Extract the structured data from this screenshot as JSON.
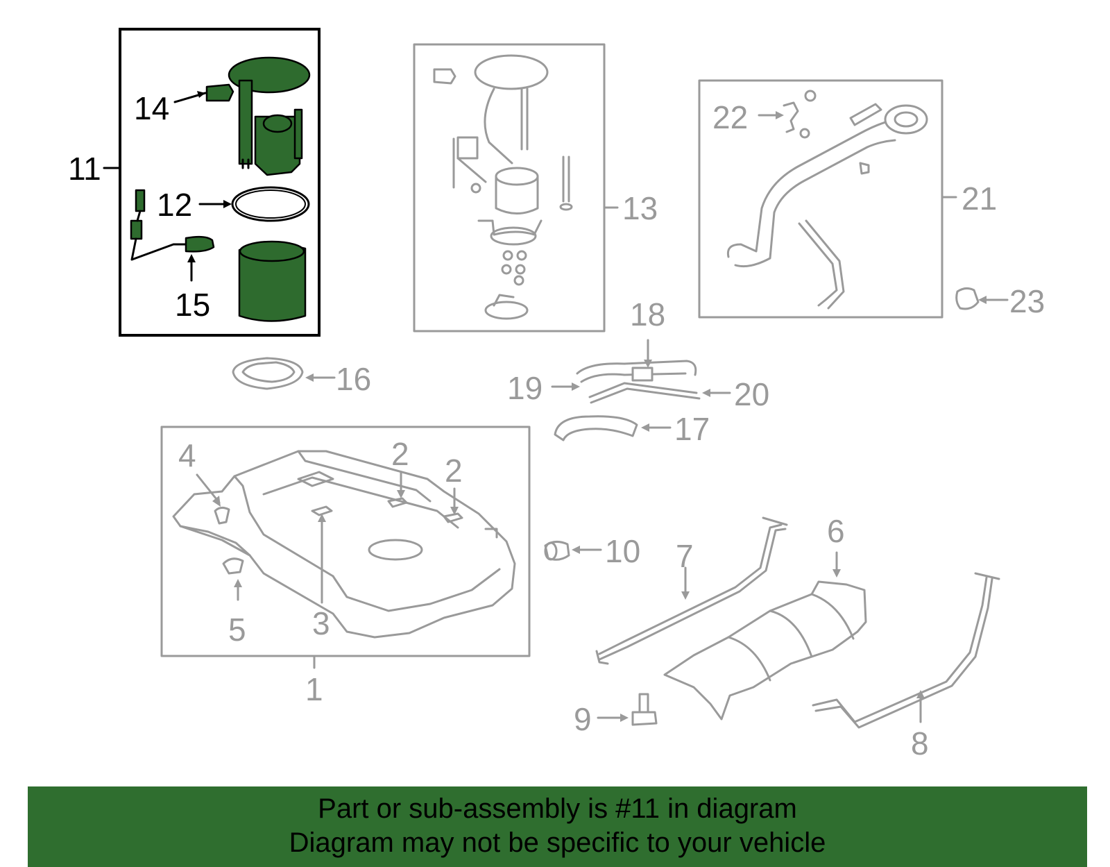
{
  "diagram": {
    "labels": {
      "l1": "1",
      "l2a": "2",
      "l2b": "2",
      "l3": "3",
      "l4": "4",
      "l5": "5",
      "l6": "6",
      "l7": "7",
      "l8": "8",
      "l9": "9",
      "l10": "10",
      "l11": "11",
      "l12": "12",
      "l13": "13",
      "l14": "14",
      "l15": "15",
      "l16": "16",
      "l17": "17",
      "l18": "18",
      "l19": "19",
      "l20": "20",
      "l21": "21",
      "l22": "22",
      "l23": "23"
    },
    "highlight_color": "#2e6b2e",
    "line_color": "#9a9a9a"
  },
  "banner": {
    "line1": "Part or sub-assembly is #11 in diagram",
    "line2": "Diagram may not be specific to your vehicle",
    "background": "#2f6e2f"
  }
}
